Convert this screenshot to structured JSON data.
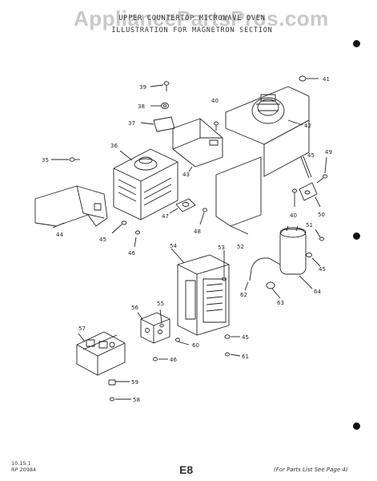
{
  "watermark": "AppliancePartsPros.com",
  "title": {
    "line1": "UPPER COUNTERTOP MICROWAVE OVEN",
    "line2": "ILLUSTRATION FOR MAGNETRON SECTION"
  },
  "footer": {
    "date": "10.15.1",
    "code": "RP 20984",
    "page": "E8",
    "note": "(For Parts List See Page 4)"
  },
  "callouts": [
    {
      "id": "c41",
      "text": "41"
    },
    {
      "id": "c39",
      "text": "39"
    },
    {
      "id": "c38",
      "text": "38"
    },
    {
      "id": "c40a",
      "text": "40"
    },
    {
      "id": "c37",
      "text": "37"
    },
    {
      "id": "c42",
      "text": "42"
    },
    {
      "id": "c36",
      "text": "36"
    },
    {
      "id": "c35",
      "text": "35"
    },
    {
      "id": "c43",
      "text": "43"
    },
    {
      "id": "c45a",
      "text": "45"
    },
    {
      "id": "c49",
      "text": "49"
    },
    {
      "id": "c40b",
      "text": "40"
    },
    {
      "id": "c50",
      "text": "50"
    },
    {
      "id": "c47",
      "text": "47"
    },
    {
      "id": "c48",
      "text": "48"
    },
    {
      "id": "c44",
      "text": "44"
    },
    {
      "id": "c45b",
      "text": "45"
    },
    {
      "id": "c46a",
      "text": "46"
    },
    {
      "id": "c51",
      "text": "51"
    },
    {
      "id": "c52",
      "text": "52"
    },
    {
      "id": "c54",
      "text": "54"
    },
    {
      "id": "c53",
      "text": "53"
    },
    {
      "id": "c45c",
      "text": "45"
    },
    {
      "id": "c62",
      "text": "62"
    },
    {
      "id": "c64",
      "text": "64"
    },
    {
      "id": "c63",
      "text": "63"
    },
    {
      "id": "c56",
      "text": "56"
    },
    {
      "id": "c55",
      "text": "55"
    },
    {
      "id": "c57",
      "text": "57"
    },
    {
      "id": "c45d",
      "text": "45"
    },
    {
      "id": "c60",
      "text": "60"
    },
    {
      "id": "c46b",
      "text": "46"
    },
    {
      "id": "c61",
      "text": "61"
    },
    {
      "id": "c59",
      "text": "59"
    },
    {
      "id": "c58",
      "text": "58"
    }
  ]
}
